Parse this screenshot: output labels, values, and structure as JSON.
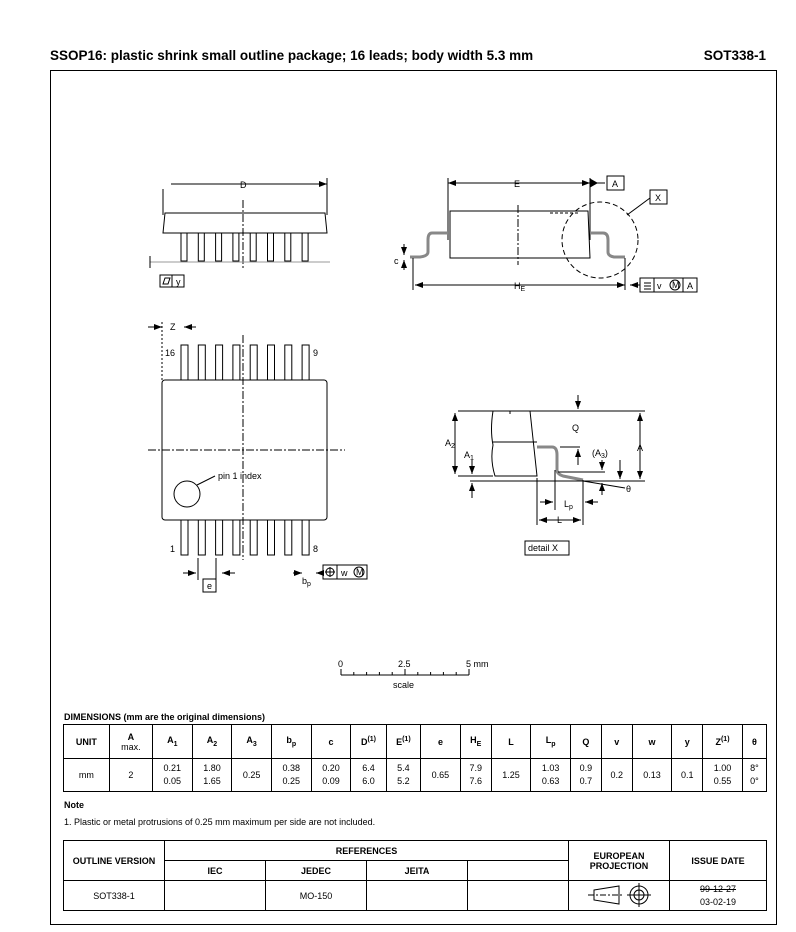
{
  "header": {
    "title": "SSOP16: plastic shrink small outline package; 16 leads; body width 5.3 mm",
    "code": "SOT338-1"
  },
  "drawing": {
    "D": "D",
    "E": "E",
    "HE": "H",
    "HE_sub": "E",
    "c": "c",
    "y": "y",
    "A_ref": "A",
    "X_ref": "X",
    "v": "v",
    "M": "M",
    "w": "w",
    "Z": "Z",
    "pin16": "16",
    "pin9": "9",
    "pin1": "1",
    "pin8": "8",
    "pin1_index": "pin 1 index",
    "e": "e",
    "bp": "b",
    "bp_sub": "p",
    "Q": "Q",
    "A3": "(A",
    "A3_sub": "3",
    "A3_close": ")",
    "A2": "A",
    "A2_sub": "2",
    "A1": "A",
    "A1_sub": "1",
    "A": "A",
    "theta": "θ",
    "Lp": "L",
    "Lp_sub": "p",
    "L": "L",
    "detail": "detail X"
  },
  "scale": {
    "ticks": [
      "0",
      "2.5",
      "5 mm"
    ],
    "label": "scale"
  },
  "dimensions": {
    "title": "DIMENSIONS (mm are the original dimensions)",
    "headers": [
      {
        "t": "UNIT"
      },
      {
        "t": "A",
        "s": "max."
      },
      {
        "t": "A",
        "sub": "1"
      },
      {
        "t": "A",
        "sub": "2"
      },
      {
        "t": "A",
        "sub": "3"
      },
      {
        "t": "b",
        "sub": "p"
      },
      {
        "t": "c"
      },
      {
        "t": "D",
        "sup": "(1)"
      },
      {
        "t": "E",
        "sup": "(1)"
      },
      {
        "t": "e"
      },
      {
        "t": "H",
        "sub": "E"
      },
      {
        "t": "L"
      },
      {
        "t": "L",
        "sub": "p"
      },
      {
        "t": "Q"
      },
      {
        "t": "v"
      },
      {
        "t": "w"
      },
      {
        "t": "y"
      },
      {
        "t": "Z",
        "sup": "(1)"
      },
      {
        "t": "θ"
      }
    ],
    "row": [
      [
        "mm"
      ],
      [
        "2"
      ],
      [
        "0.21",
        "0.05"
      ],
      [
        "1.80",
        "1.65"
      ],
      [
        "0.25"
      ],
      [
        "0.38",
        "0.25"
      ],
      [
        "0.20",
        "0.09"
      ],
      [
        "6.4",
        "6.0"
      ],
      [
        "5.4",
        "5.2"
      ],
      [
        "0.65"
      ],
      [
        "7.9",
        "7.6"
      ],
      [
        "1.25"
      ],
      [
        "1.03",
        "0.63"
      ],
      [
        "0.9",
        "0.7"
      ],
      [
        "0.2"
      ],
      [
        "0.13"
      ],
      [
        "0.1"
      ],
      [
        "1.00",
        "0.55"
      ],
      [
        "8°",
        "0°"
      ]
    ]
  },
  "note": {
    "title": "Note",
    "text": "1. Plastic or metal protrusions of 0.25 mm maximum per side are not included."
  },
  "refs": {
    "outline_version": "OUTLINE VERSION",
    "references": "REFERENCES",
    "iec": "IEC",
    "jedec": "JEDEC",
    "jeita": "JEITA",
    "european_projection": "EUROPEAN PROJECTION",
    "issue_date": "ISSUE DATE",
    "version_value": "SOT338-1",
    "jedec_value": "MO-150",
    "old_date": "99-12-27",
    "date": "03-02-19"
  }
}
